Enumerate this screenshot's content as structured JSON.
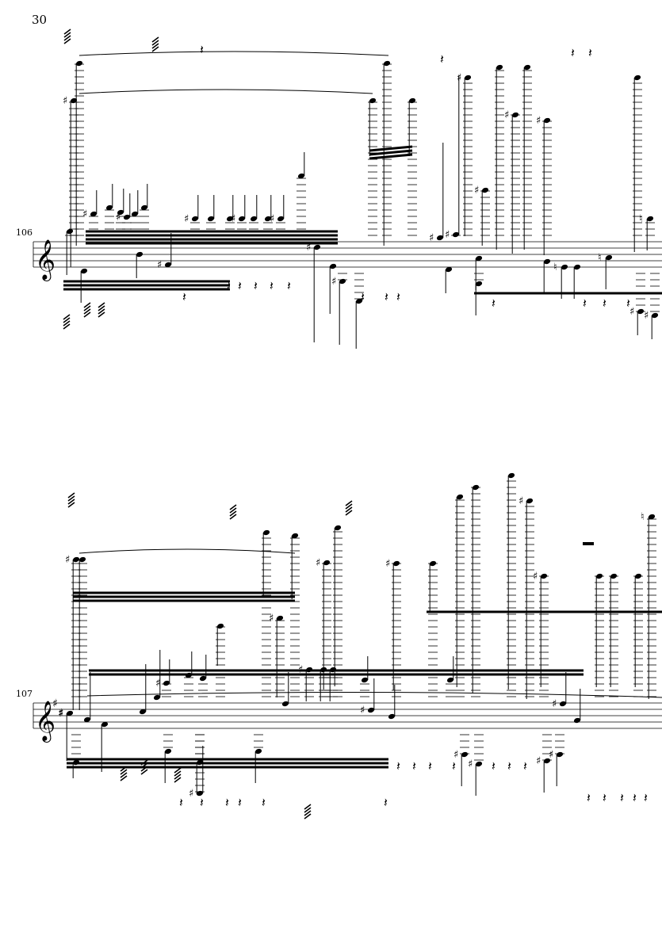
{
  "page": {
    "page_number": "30",
    "systems": [
      {
        "measure_number": "106",
        "clef": "treble"
      },
      {
        "measure_number": "107",
        "clef": "treble",
        "key_signature": "two sharps"
      }
    ]
  },
  "glyphs": {
    "sharp": "♯",
    "natural": "♮",
    "treble_clef": "𝄞",
    "quarter_rest": "𝄽"
  }
}
